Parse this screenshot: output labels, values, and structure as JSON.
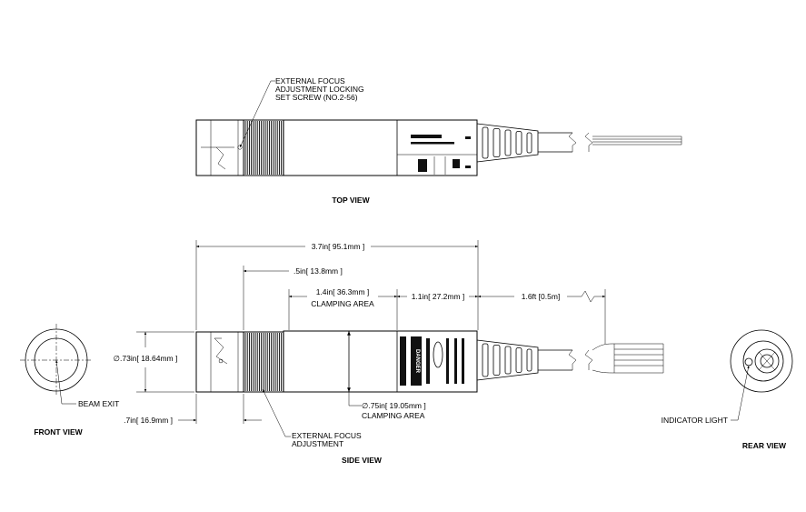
{
  "top_view": {
    "title": "TOP VIEW",
    "callout_line1": "EXTERNAL FOCUS",
    "callout_line2": "ADJUSTMENT LOCKING",
    "callout_line3": "SET SCREW (NO.2-56)"
  },
  "side_view": {
    "title": "SIDE VIEW",
    "dim_overall": "3.7in[ 95.1mm ]",
    "dim_knurl_pos": ".5in[ 13.8mm ]",
    "dim_clamp_length": "1.4in[ 36.3mm ]",
    "dim_clamp_label": "CLAMPING AREA",
    "dim_tail": "1.1in[ 27.2mm ]",
    "dim_cable": "1.6ft [0.5m]",
    "dim_head_dia": "∅.73in[ 18.64mm ]",
    "dim_body_dia": "∅.75in[ 19.05mm ]",
    "dim_body_dia_label": "CLAMPING AREA",
    "dim_head_len": ".7in[ 16.9mm ]",
    "focus_line1": "EXTERNAL FOCUS",
    "focus_line2": "ADJUSTMENT",
    "label_text": "DANGER"
  },
  "front_view": {
    "title": "FRONT VIEW",
    "beam_exit": "BEAM EXIT"
  },
  "rear_view": {
    "title": "REAR VIEW",
    "indicator": "INDICATOR LIGHT"
  }
}
